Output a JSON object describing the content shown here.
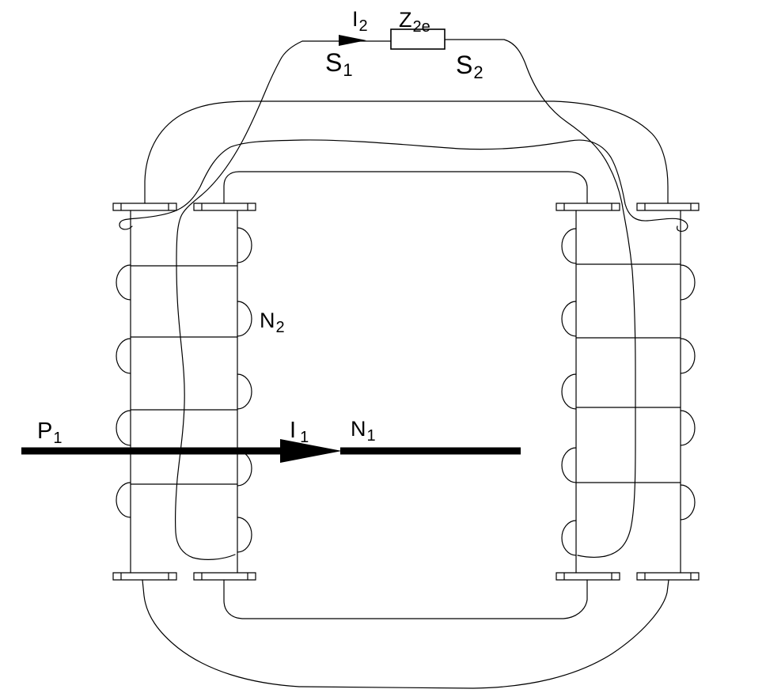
{
  "diagram": {
    "type": "current-transformer-schematic",
    "colors": {
      "ink": "#000000",
      "background": "#ffffff"
    },
    "labels": {
      "i2": {
        "main": "I",
        "sub": "2"
      },
      "z2e": {
        "main": "Z",
        "sub": "2e"
      },
      "s1": {
        "main": "S",
        "sub": "1"
      },
      "s2": {
        "main": "S",
        "sub": "2"
      },
      "n2": {
        "main": "N",
        "sub": "2"
      },
      "p1": {
        "main": "P",
        "sub": "1"
      },
      "i1": {
        "main": "I",
        "sub": "1"
      },
      "n1": {
        "main": "N",
        "sub": "1"
      }
    }
  }
}
